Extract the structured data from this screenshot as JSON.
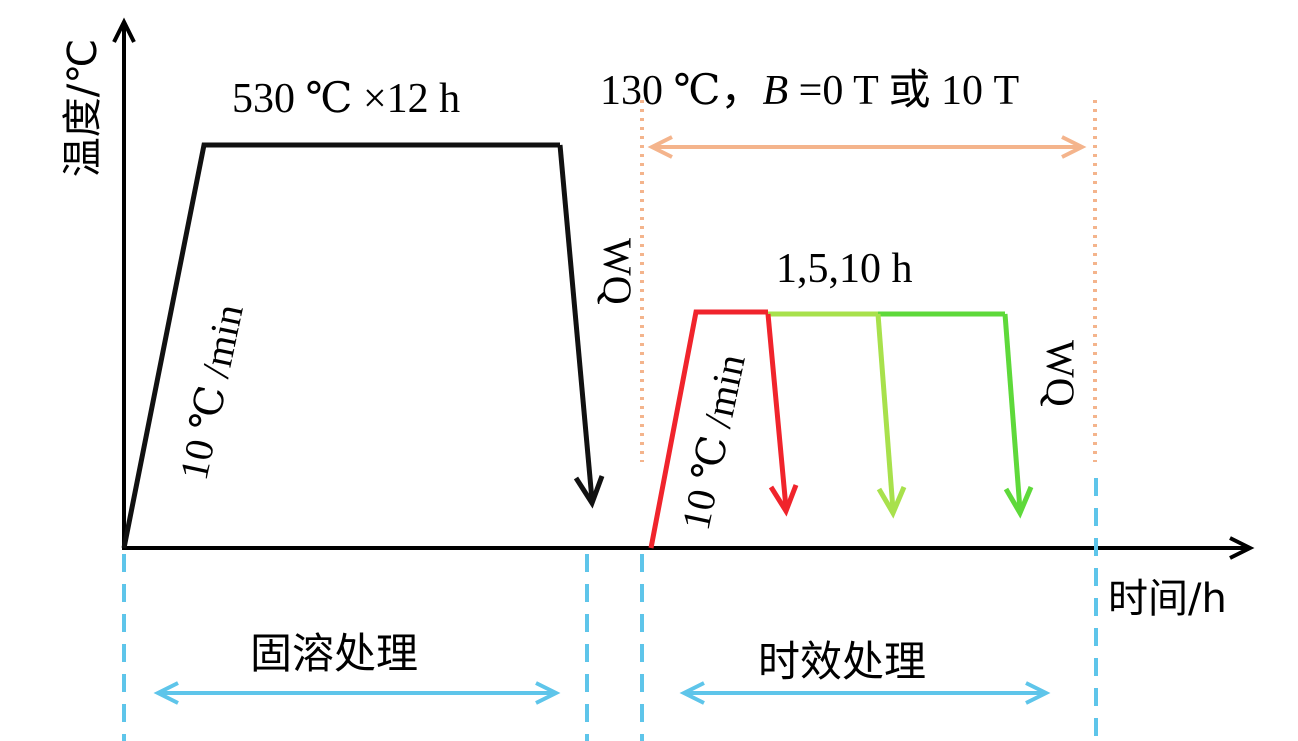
{
  "axes": {
    "y_label": "温度/℃",
    "x_label": "时间/h"
  },
  "solution_treatment": {
    "condition": "530 ℃ ×12 h",
    "heating_rate": "10 ℃ /min",
    "quench": "WQ",
    "name": "固溶处理"
  },
  "aging_treatment": {
    "condition_prefix": "130 ℃，",
    "condition_var": "B",
    "condition_rest": " =0 T 或 10 T",
    "times": "1,5,10 h",
    "heating_rate": "10 ℃ /min",
    "quench": "WQ",
    "name": "时效处理"
  },
  "colors": {
    "axis": "#000000",
    "solution_profile": "#111111",
    "aging_1h": "#f0242c",
    "aging_5h": "#a8e14c",
    "aging_10h": "#5ed93a",
    "field_range": "#f4b48c",
    "treatment_span": "#5ec5ea"
  }
}
